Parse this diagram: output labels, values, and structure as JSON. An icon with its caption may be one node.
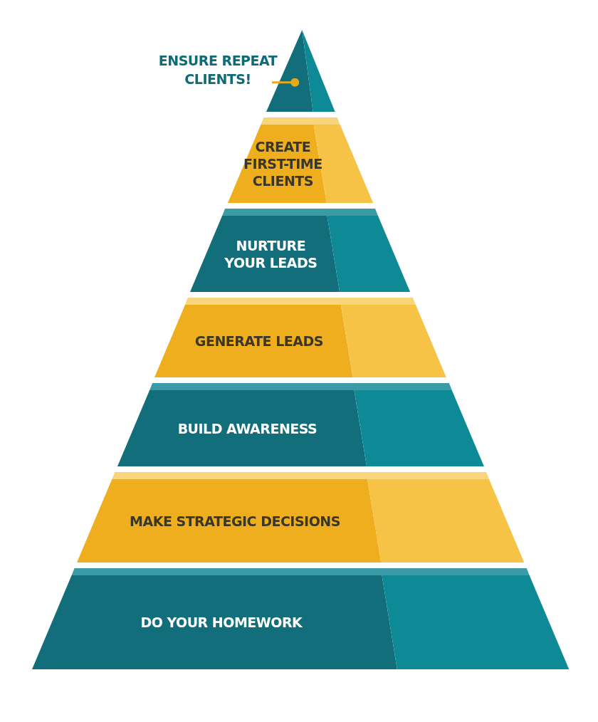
{
  "diagram": {
    "nodes": [
      {
        "text": [
          "ENSURE REPEAT CLIENTS!"
        ]
      },
      {
        "text": [],
        "shape": "triangle"
      },
      {
        "text": [
          "CREATE FIRST-TIME CLIENTS"
        ]
      },
      {
        "text": [
          "NURTURE YOUR LEADS"
        ]
      },
      {
        "text": [
          "GENERATE LEADS"
        ]
      },
      {
        "text": [
          "BUILD AWARENESS"
        ]
      },
      {
        "text": [
          "MAKE STRATEGIC DECISIONS"
        ]
      },
      {
        "text": [
          "DO YOUR HOMEWORK"
        ]
      }
    ],
    "edges": [
      {
        "from": 0,
        "to": 1,
        "arrow": "other"
      }
    ]
  }
}
